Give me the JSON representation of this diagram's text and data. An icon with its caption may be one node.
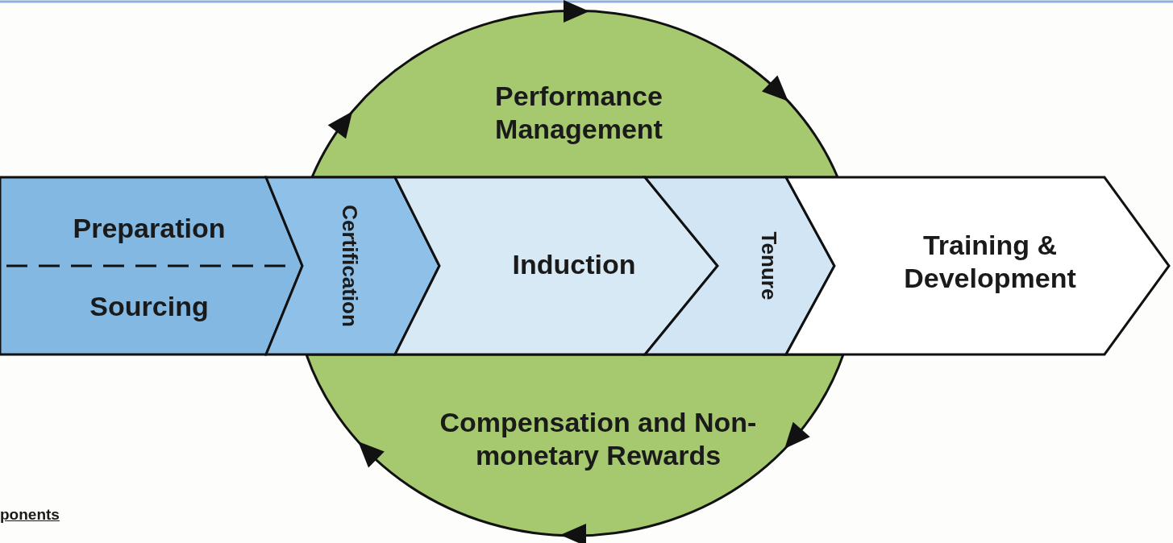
{
  "diagram": {
    "nodes": [
      {
        "text": [
          "Performance Management"
        ]
      },
      {
        "text": [
          "Preparation",
          "Sourcing"
        ]
      },
      {
        "text": [
          "Certification"
        ]
      },
      {
        "text": [
          "Induction"
        ]
      },
      {
        "text": [
          "Tenure"
        ]
      },
      {
        "text": [
          "Training & Development"
        ]
      },
      {
        "text": [
          "Compensation and Non-monetary Rewards"
        ]
      }
    ],
    "labels": [
      "ponents"
    ]
  }
}
